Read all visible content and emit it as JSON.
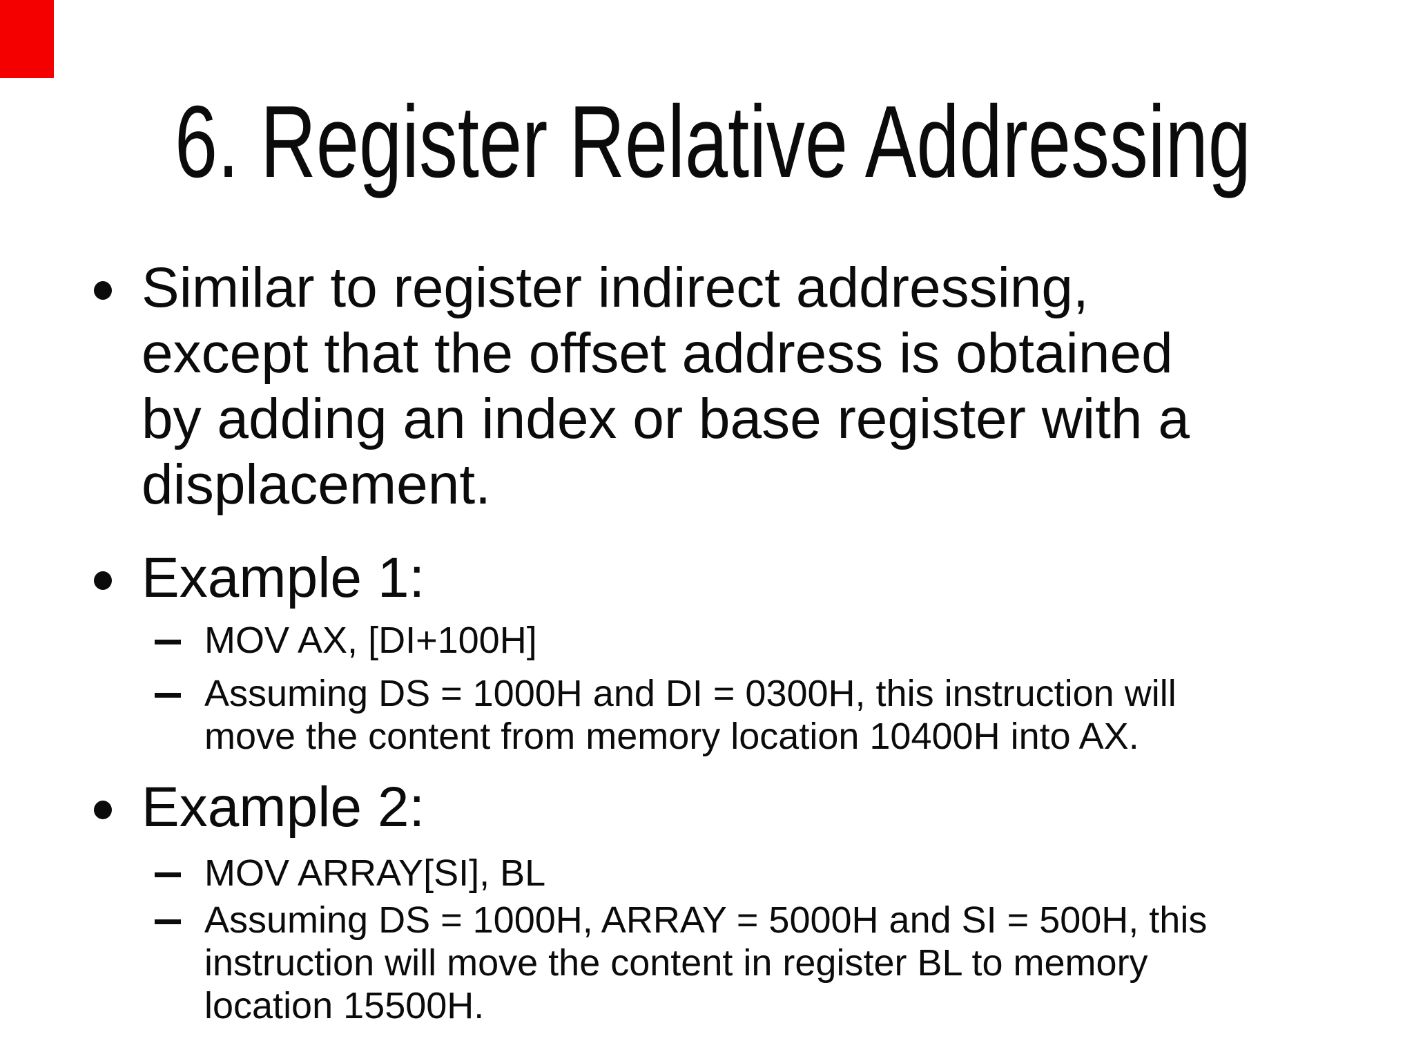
{
  "slide": {
    "title": "6. Register Relative Addressing",
    "bullets": [
      {
        "level": 1,
        "marker": "dot",
        "text": "Similar to register indirect addressing,\nexcept that the offset address is obtained\nby adding an index or base register with a\ndisplacement."
      },
      {
        "level": 1,
        "marker": "dot",
        "text": "Example 1:"
      },
      {
        "level": 2,
        "marker": "dash",
        "text": "MOV AX, [DI+100H]"
      },
      {
        "level": 2,
        "marker": "dash",
        "text": "Assuming DS = 1000H and DI = 0300H, this instruction will\nmove the content from memory location 10400H into AX."
      },
      {
        "level": 1,
        "marker": "dot",
        "text": "Example 2:"
      },
      {
        "level": 2,
        "marker": "dash",
        "text": "MOV ARRAY[SI], BL"
      },
      {
        "level": 2,
        "marker": "dash",
        "text": "Assuming DS = 1000H, ARRAY = 5000H and SI = 500H, this\ninstruction will move the content in register BL to memory\nlocation 15500H."
      }
    ],
    "colors": {
      "background": "#ffffff",
      "text": "#0b0b0b",
      "accent_red": "#f50000"
    }
  }
}
